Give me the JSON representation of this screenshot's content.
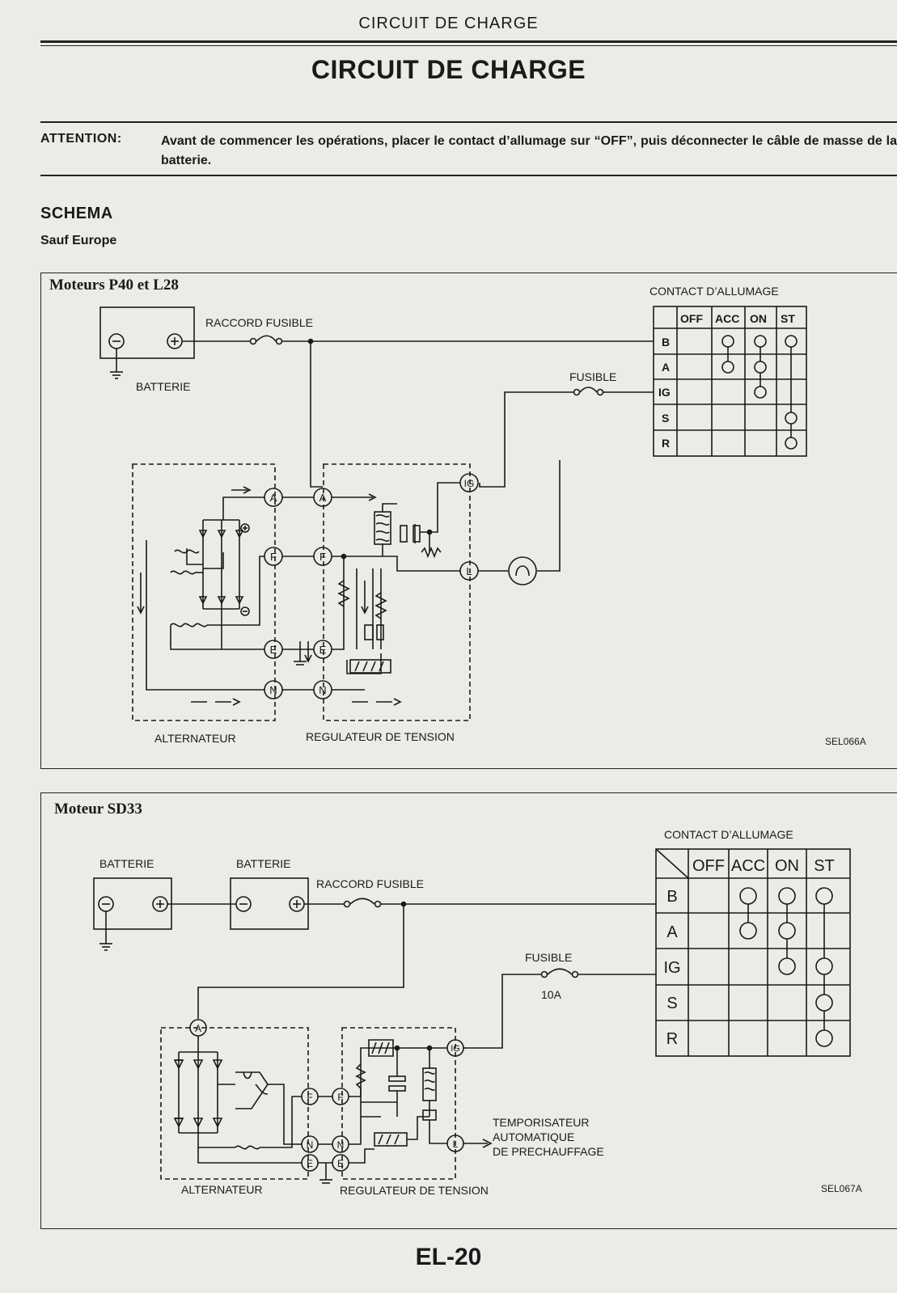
{
  "header": {
    "running_title": "CIRCUIT DE CHARGE",
    "title": "CIRCUIT DE CHARGE"
  },
  "attention": {
    "label": "ATTENTION:",
    "text": "Avant de commencer les opérations, placer le contact d’allumage sur “OFF”, puis déconnecter le câble de masse de la batterie."
  },
  "schema": {
    "heading": "SCHEMA",
    "subheading": "Sauf Europe"
  },
  "diagram1": {
    "title": "Moteurs P40 et L28",
    "ref": "SEL066A",
    "labels": {
      "battery": "BATTERIE",
      "fusible_link": "RACCORD FUSIBLE",
      "fuse": "FUSIBLE",
      "ignition_switch": "CONTACT D’ALLUMAGE",
      "alternator": "ALTERNATEUR",
      "regulator": "REGULATEUR DE TENSION"
    },
    "terminals": {
      "a": "A",
      "f": "F",
      "e": "E",
      "n": "N",
      "ig": "IG",
      "l": "L"
    },
    "switch_columns": [
      "OFF",
      "ACC",
      "ON",
      "ST"
    ],
    "switch_rows": [
      "B",
      "A",
      "IG",
      "S",
      "R"
    ]
  },
  "diagram2": {
    "title": "Moteur SD33",
    "ref": "SEL067A",
    "labels": {
      "battery1": "BATTERIE",
      "battery2": "BATTERIE",
      "fusible_link": "RACCORD FUSIBLE",
      "fuse": "FUSIBLE",
      "fuse_rating": "10A",
      "ignition_switch": "CONTACT D’ALLUMAGE",
      "alternator": "ALTERNATEUR",
      "regulator": "REGULATEUR DE TENSION",
      "timer_line1": "TEMPORISATEUR",
      "timer_line2": "AUTOMATIQUE",
      "timer_line3": "DE PRECHAUFFAGE"
    },
    "terminals": {
      "a": "A",
      "f": "F",
      "e": "E",
      "n": "N",
      "ig": "IG",
      "l": "L"
    },
    "switch_columns": [
      "OFF",
      "ACC",
      "ON",
      "ST"
    ],
    "switch_rows": [
      "B",
      "A",
      "IG",
      "S",
      "R"
    ]
  },
  "page_number": "EL-20"
}
